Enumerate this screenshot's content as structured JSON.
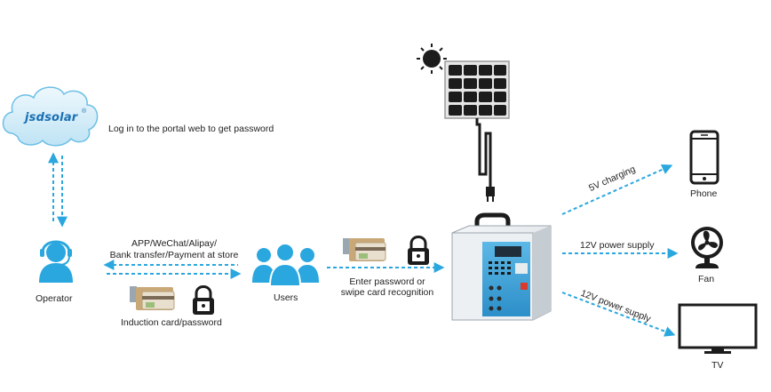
{
  "brand": {
    "logo_text": "jsdsolar",
    "registered_mark": "®"
  },
  "labels": {
    "portal": "Log in to the portal web to get password",
    "operator": "Operator",
    "payment_line1": "APP/WeChat/Alipay/",
    "payment_line2": "Bank transfer/Payment at store",
    "induction": "Induction card/password",
    "users": "Users",
    "enter_line1": "Enter password or",
    "enter_line2": "swipe card recognition",
    "charging_5v": "5V charging",
    "power_12v_fan": "12V power supply",
    "power_12v_tv": "12V power supply",
    "phone": "Phone",
    "fan": "Fan",
    "tv": "TV"
  },
  "colors": {
    "accent_blue": "#2aa7df",
    "dark_blue": "#1a6fb5",
    "icon_dark": "#1c1c1c",
    "card_tan": "#c9a878",
    "card_green": "#9bbf7a"
  },
  "icons": {
    "sun": "sun-icon",
    "solar_panel": "solar-panel-icon",
    "cloud": "cloud-icon",
    "operator": "headset-operator-icon",
    "users": "users-group-icon",
    "lock": "padlock-icon",
    "card": "card-reader-icon",
    "generator": "portable-power-station",
    "phone": "smartphone-icon",
    "fan": "fan-icon",
    "tv": "television-icon"
  }
}
